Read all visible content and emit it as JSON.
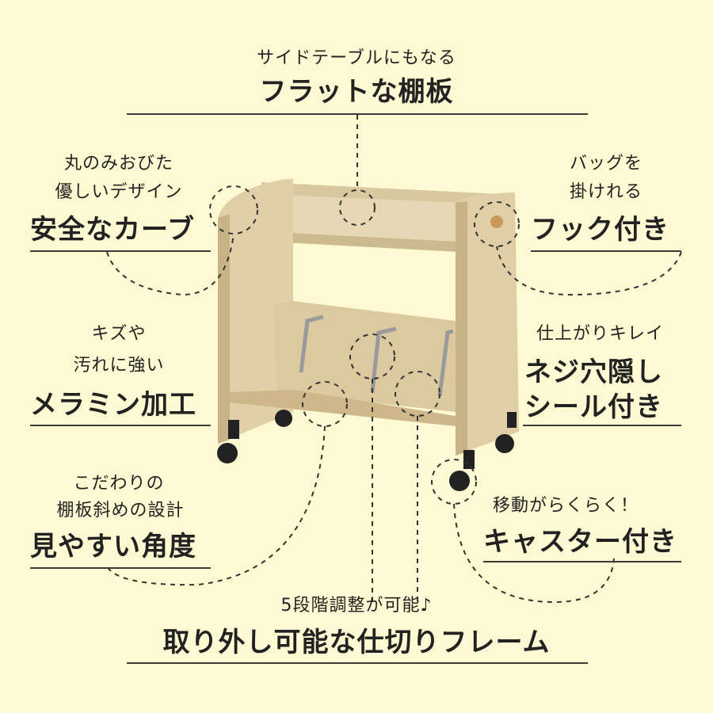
{
  "callouts": {
    "top": {
      "sub": "サイドテーブルにもなる",
      "main": "フラットな棚板"
    },
    "left1": {
      "sub1": "丸のみおびた",
      "sub2": "優しいデザイン",
      "main": "安全なカーブ"
    },
    "right1": {
      "sub1": "バッグを",
      "sub2": "掛けれる",
      "main": "フック付き"
    },
    "left2": {
      "sub1": "キズや",
      "sub2": "汚れに強い",
      "main": "メラミン加工"
    },
    "right2": {
      "sub": "仕上がりキレイ",
      "main1": "ネジ穴隠し",
      "main2": "シール付き"
    },
    "left3": {
      "sub1": "こだわりの",
      "sub2": "棚板斜めの設計",
      "main": "見やすい角度"
    },
    "right3": {
      "sub": "移動がらくらく！",
      "main": "キャスター付き"
    },
    "bottom": {
      "sub": "5段階調整が可能♪",
      "main": "取り外し可能な仕切りフレーム"
    }
  },
  "colors": {
    "background": "#fdf9d2",
    "wood": "#e3d3ad",
    "wood_dark": "#c9b58a",
    "text": "#222222"
  }
}
